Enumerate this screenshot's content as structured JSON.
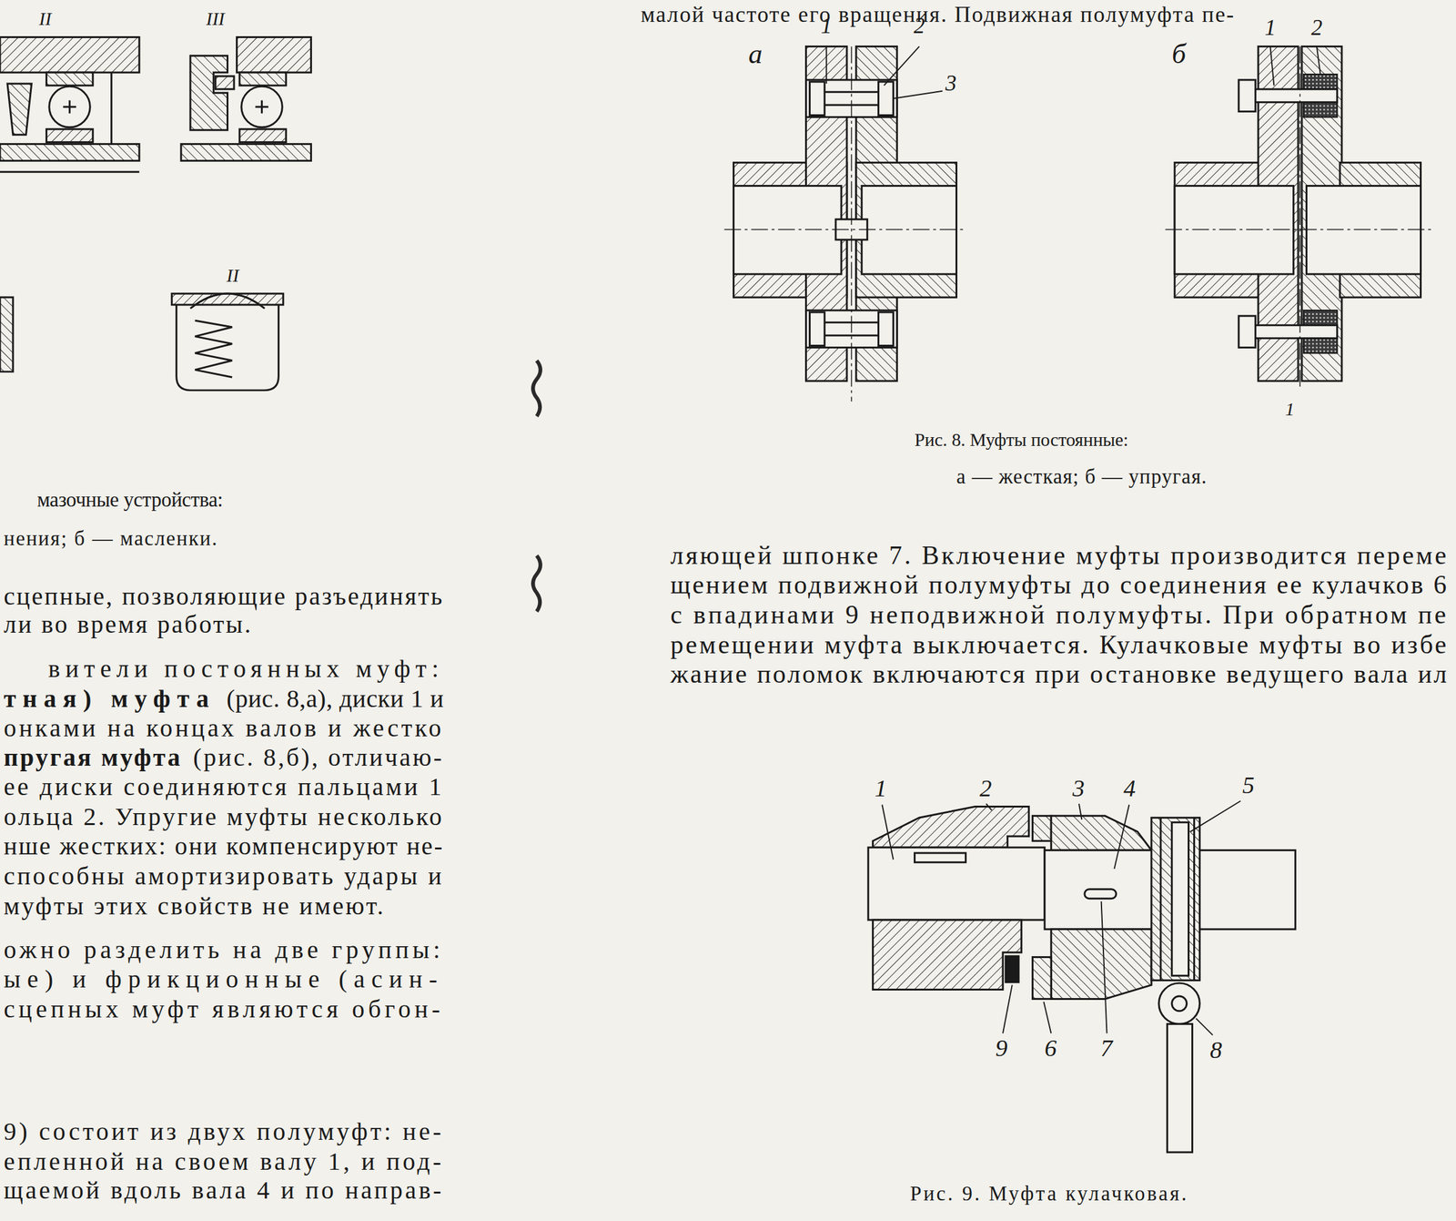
{
  "diagram": {
    "labels": [
      "II",
      "III",
      "II",
      "мазочные устройства:",
      "нения; б — масленки.",
      "сцепные, позволяющие разъединять",
      "ли во время работы.",
      "вители постоянных муфт:",
      "тная) муфта",
      "(рис. 8,а), диски 1 и",
      "онками на концах валов и жестко",
      "пругая муфта",
      "(рис. 8,б), отличаю-",
      "ее диски соединяются пальцами 1",
      "ольца 2. Упругие муфты несколько",
      "нше жестких: они компенсируют не-",
      "способны амортизировать удары и",
      "муфты этих свойств не имеют.",
      "ожно разделить на две группы:",
      "ые) и фрикционные (асин-",
      "сцепных муфт являются обгон-",
      "9) состоит из двух полумуфт: не-",
      "епленной на своем валу 1, и под-",
      "щаемой вдоль вала 4 и по направ-",
      "малой частоте его вращения. Подвижная полумуфта пе-",
      "а",
      "1",
      "2",
      "3",
      "б",
      "1",
      "2",
      "1",
      "Рис. 8. Муфты постоянные:",
      "а — жесткая; б — упругая.",
      "ляющей шпонке 7. Включение муфты производится переме",
      "щением подвижной полумуфты до соединения ее кулачков 6",
      "с впадинами 9 неподвижной полумуфты. При обратном пе",
      "ремещении муфта выключается. Кулачковые муфты во избе",
      "жание поломок включаются при остановке ведущего вала ил",
      "1",
      "2",
      "3",
      "4",
      "5",
      "9",
      "6",
      "7",
      "8",
      "Рис. 9. Муфта кулачковая."
    ]
  }
}
